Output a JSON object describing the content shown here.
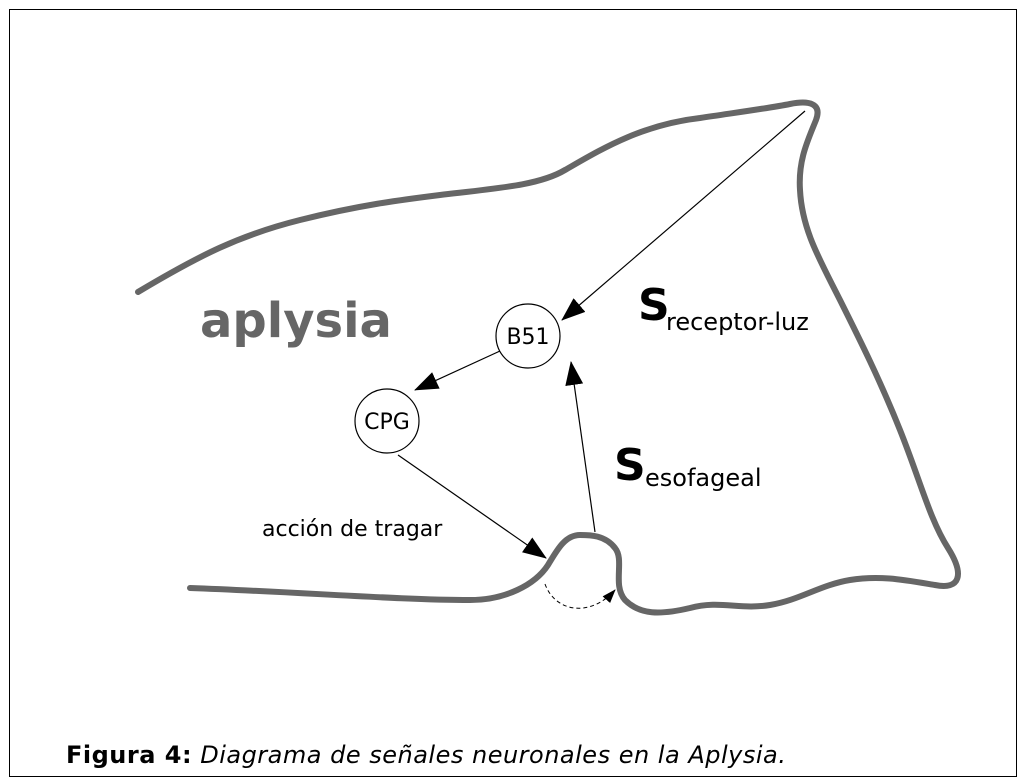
{
  "diagram": {
    "organism_label": "aplysia",
    "nodes": {
      "b51": "B51",
      "cpg": "CPG"
    },
    "signals": {
      "receptor": {
        "symbol": "S",
        "subscript": "receptor-luz"
      },
      "esophageal": {
        "symbol": "S",
        "subscript": "esofageal"
      }
    },
    "action_label": "acción de tragar"
  },
  "caption": {
    "label": "Figura 4:",
    "text": "Diagrama de señales neuronales en la Aplysia."
  },
  "colors": {
    "body_outline": "#666666",
    "organism_label": "#666666",
    "lines": "#000000"
  }
}
